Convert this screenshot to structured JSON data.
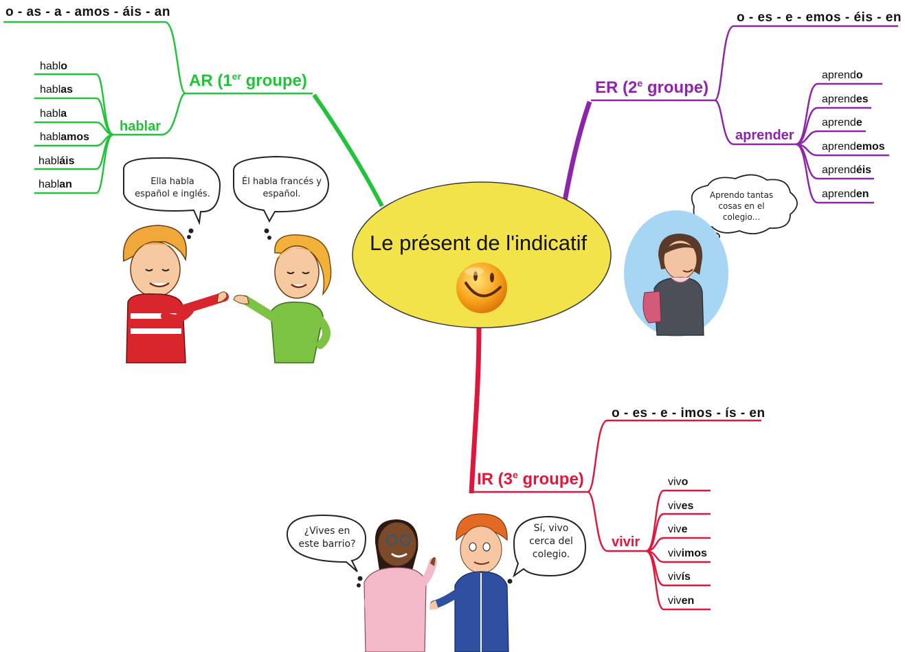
{
  "center": {
    "title": "Le présent de l'indicatif",
    "emoji": "smiley-face"
  },
  "colors": {
    "ar": "#22c33a",
    "er": "#8e24aa",
    "ir": "#e0173d",
    "center_fill": "#f2e34a"
  },
  "ar": {
    "label": "AR (1",
    "sup": "er",
    "label_end": " groupe)",
    "endings": "o - as - a - amos - áis - an",
    "verb": "hablar",
    "forms": [
      {
        "stem": "habl",
        "ending": "o"
      },
      {
        "stem": "habl",
        "ending": "as"
      },
      {
        "stem": "habl",
        "ending": "a"
      },
      {
        "stem": "habl",
        "ending": "amos"
      },
      {
        "stem": "habl",
        "ending": "áis"
      },
      {
        "stem": "habl",
        "ending": "an"
      }
    ],
    "bubble_girl_left": "Ella habla español e inglés.",
    "bubble_girl_right": "Él habla francés y español."
  },
  "er": {
    "label": "ER (2",
    "sup": "e",
    "label_end": " groupe)",
    "endings": "o - es - e - emos - éis - en",
    "verb": "aprender",
    "forms": [
      {
        "stem": "aprend",
        "ending": "o"
      },
      {
        "stem": "aprend",
        "ending": "es"
      },
      {
        "stem": "aprend",
        "ending": "e"
      },
      {
        "stem": "aprend",
        "ending": "emos"
      },
      {
        "stem": "aprend",
        "ending": "éis"
      },
      {
        "stem": "aprend",
        "ending": "en"
      }
    ],
    "bubble": "Aprendo tantas cosas en el colegio..."
  },
  "ir": {
    "label": "IR (3",
    "sup": "e",
    "label_end": " groupe)",
    "endings": "o - es - e - imos - ís - en",
    "verb": "vivir",
    "forms": [
      {
        "stem": "viv",
        "ending": "o"
      },
      {
        "stem": "viv",
        "ending": "es"
      },
      {
        "stem": "viv",
        "ending": "e"
      },
      {
        "stem": "viv",
        "ending": "imos"
      },
      {
        "stem": "viv",
        "ending": "ís"
      },
      {
        "stem": "viv",
        "ending": "en"
      }
    ],
    "bubble_left": "¿Vives en este barrio?",
    "bubble_right": "Sí, vivo cerca del colegio."
  }
}
